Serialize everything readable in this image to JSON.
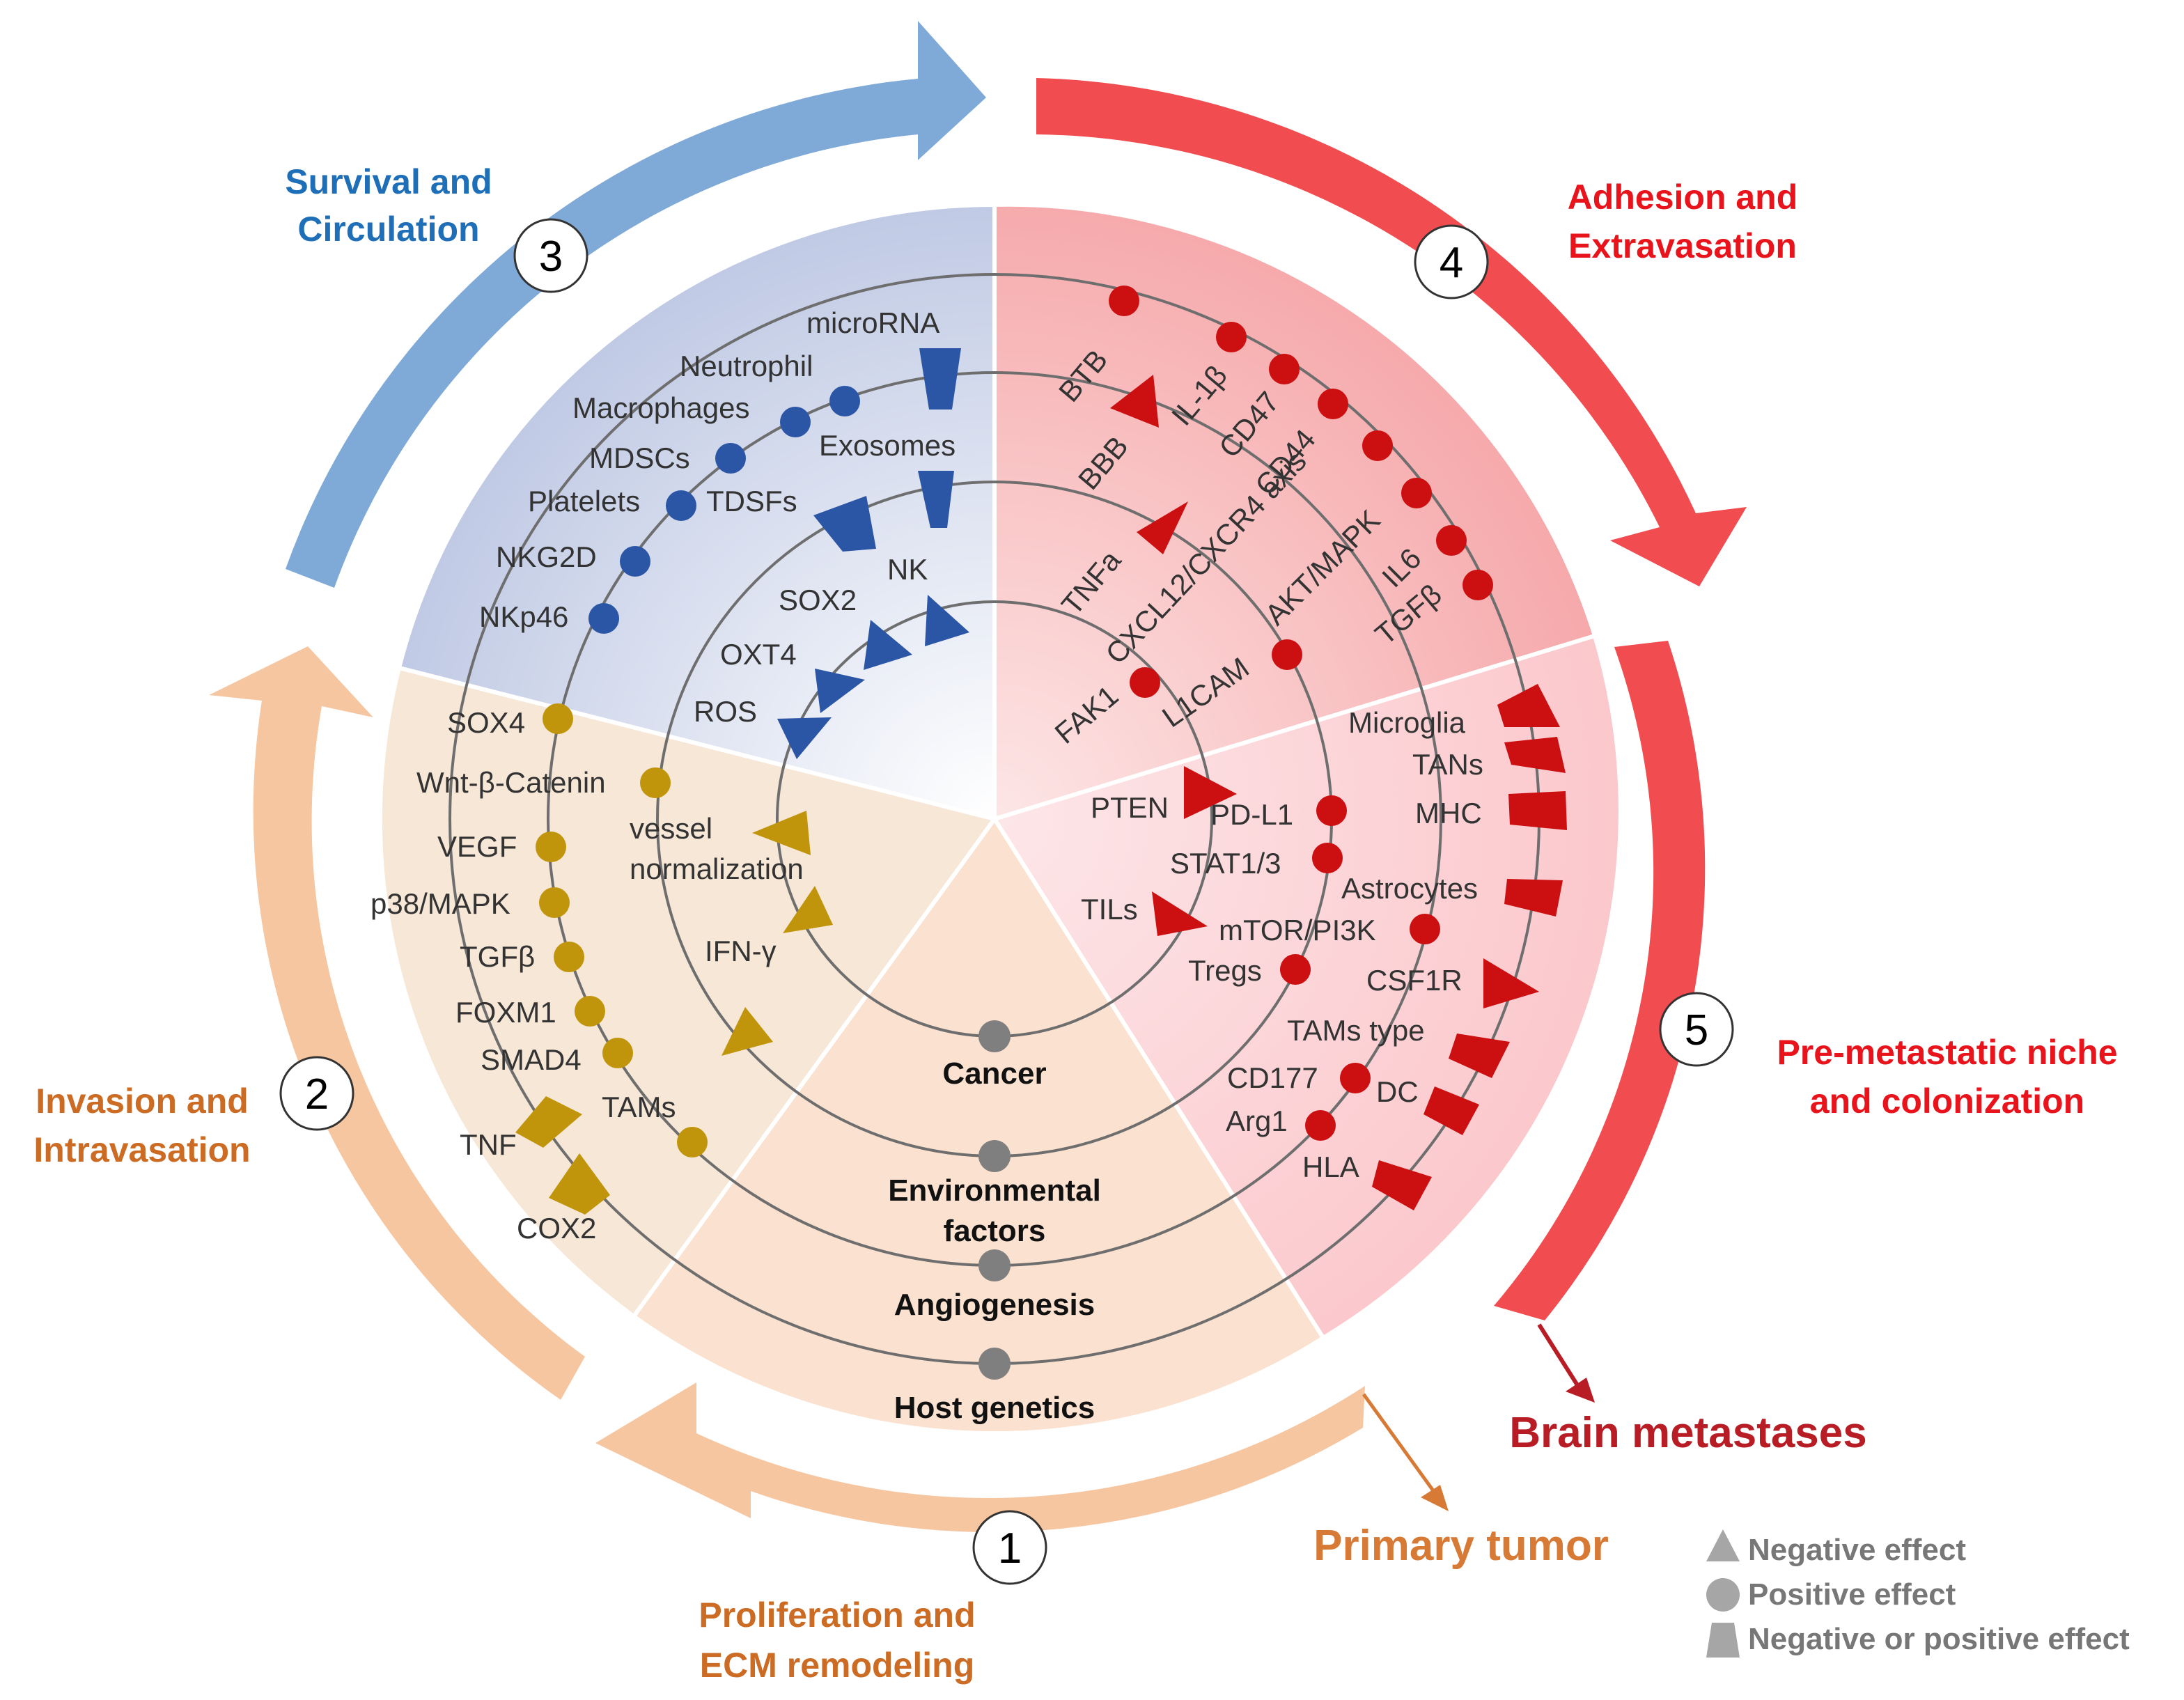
{
  "stages": [
    {
      "number": "1",
      "label_lines": [
        "Proliferation and",
        "ECM remodeling"
      ],
      "color": "#cc6b23"
    },
    {
      "number": "2",
      "label_lines": [
        "Invasion and",
        "Intravasation"
      ],
      "color": "#cc6b23"
    },
    {
      "number": "3",
      "label_lines": [
        "Survival and",
        "Circulation"
      ],
      "color": "#1f6fb8"
    },
    {
      "number": "4",
      "label_lines": [
        "Adhesion and",
        "Extravasation"
      ],
      "color": "#e8131b"
    },
    {
      "number": "5",
      "label_lines": [
        "Pre-metastatic niche",
        "and colonization"
      ],
      "color": "#e8131b"
    }
  ],
  "endpoints": {
    "primary": "Primary tumor",
    "brain": "Brain metastases"
  },
  "rings": {
    "cancer": "Cancer",
    "environmental_1": "Environmental",
    "environmental_2": "factors",
    "angiogenesis": "Angiogenesis",
    "host": "Host genetics"
  },
  "legend": {
    "negative": "Negative effect",
    "positive": "Positive effect",
    "both": "Negative or positive effect"
  },
  "colors": {
    "blue": "#2b56a6",
    "gold": "#c0950c",
    "red": "#cc0f10",
    "grey": "#7f7f7f",
    "orange_arrow": "#f6c6a1",
    "blue_arrow": "#7faad8",
    "red_arrow": "#f14c4f"
  },
  "factors": {
    "survival": {
      "microrna": "microRNA",
      "neutrophil": "Neutrophil",
      "macrophages": "Macrophages",
      "mdscs": "MDSCs",
      "exosomes": "Exosomes",
      "platelets": "Platelets",
      "tdsfs": "TDSFs",
      "nkg2d": "NKG2D",
      "nk": "NK",
      "sox2": "SOX2",
      "nkp46": "NKp46",
      "oxt4": "OXT4",
      "ros": "ROS"
    },
    "invasion": {
      "sox4": "SOX4",
      "wnt": "Wnt-β-Catenin",
      "vessel_1": "vessel",
      "vessel_2": "normalization",
      "vegf": "VEGF",
      "p38": "p38/MAPK",
      "ifng": "IFN-γ",
      "tgfb": "TGFβ",
      "foxm1": "FOXM1",
      "smad4": "SMAD4",
      "tams": "TAMs",
      "tnf": "TNF",
      "cox2": "COX2"
    },
    "adhesion": {
      "btb": "BTB",
      "il1b": "IL-1β",
      "cd47": "CD47",
      "bbb": "BBB",
      "cd44": "CD44",
      "cxcl12": "CXCL12/CXCR4 axis",
      "tnfa": "TNFa",
      "aktmapk": "AKT/MAPK",
      "il6": "IL6",
      "tgfb": "TGFβ",
      "fak1": "FAK1",
      "l1cam": "L1CAM"
    },
    "niche": {
      "microglia": "Microglia",
      "tans": "TANs",
      "pten": "PTEN",
      "pdl1": "PD-L1",
      "mhc": "MHC",
      "stat": "STAT1/3",
      "astrocytes": "Astrocytes",
      "tils": "TILs",
      "mtor": "mTOR/PI3K",
      "tregs": "Tregs",
      "csf1r": "CSF1R",
      "tamstype": "TAMs type",
      "cd177": "CD177",
      "dc": "DC",
      "arg1": "Arg1",
      "hla": "HLA"
    }
  }
}
